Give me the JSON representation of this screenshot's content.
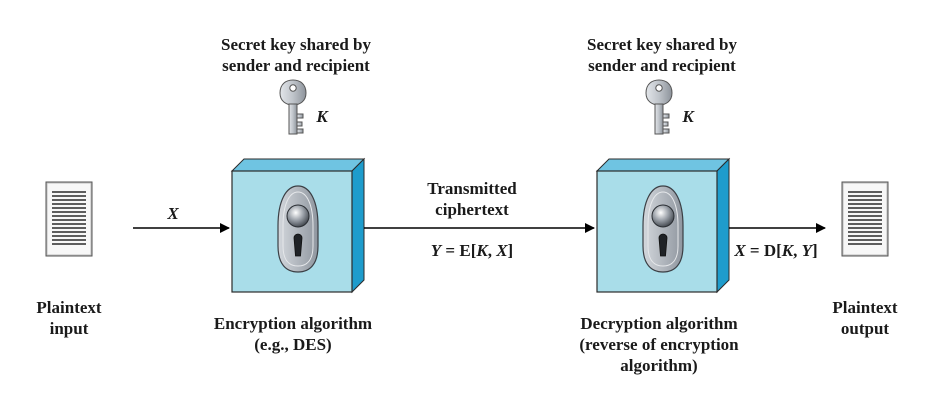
{
  "plaintext_input": {
    "line1": "Plaintext",
    "line2": "input"
  },
  "plaintext_output": {
    "line1": "Plaintext",
    "line2": "output"
  },
  "key_left": {
    "line1": "Secret key shared by",
    "line2": "sender and recipient",
    "symbol": "K"
  },
  "key_right": {
    "line1": "Secret key shared by",
    "line2": "sender and recipient",
    "symbol": "K"
  },
  "input_arrow": {
    "label": "X"
  },
  "encryption": {
    "line1": "Encryption algorithm",
    "line2": "(e.g., DES)"
  },
  "channel": {
    "line1": "Transmitted",
    "line2": "ciphertext"
  },
  "encrypt_formula": {
    "lhs": "Y",
    "op": " = E[",
    "k": "K",
    "sep": ", ",
    "x": "X",
    "close": "]"
  },
  "decryption": {
    "line1": "Decryption algorithm",
    "line2": "(reverse of encryption",
    "line3": "algorithm)"
  },
  "decrypt_formula": {
    "lhs": "X",
    "op": " = D[",
    "k": "K",
    "sep": ", ",
    "y": "Y",
    "close": "]"
  },
  "colors": {
    "box_face": "#a9dde9",
    "box_side": "#1e9ccc",
    "box_top": "#6fc4e2",
    "lock_plate": "#a8aeb6",
    "key_metal": "#c9cdd2",
    "arrow": "#000000",
    "text": "#1a1a1a"
  }
}
